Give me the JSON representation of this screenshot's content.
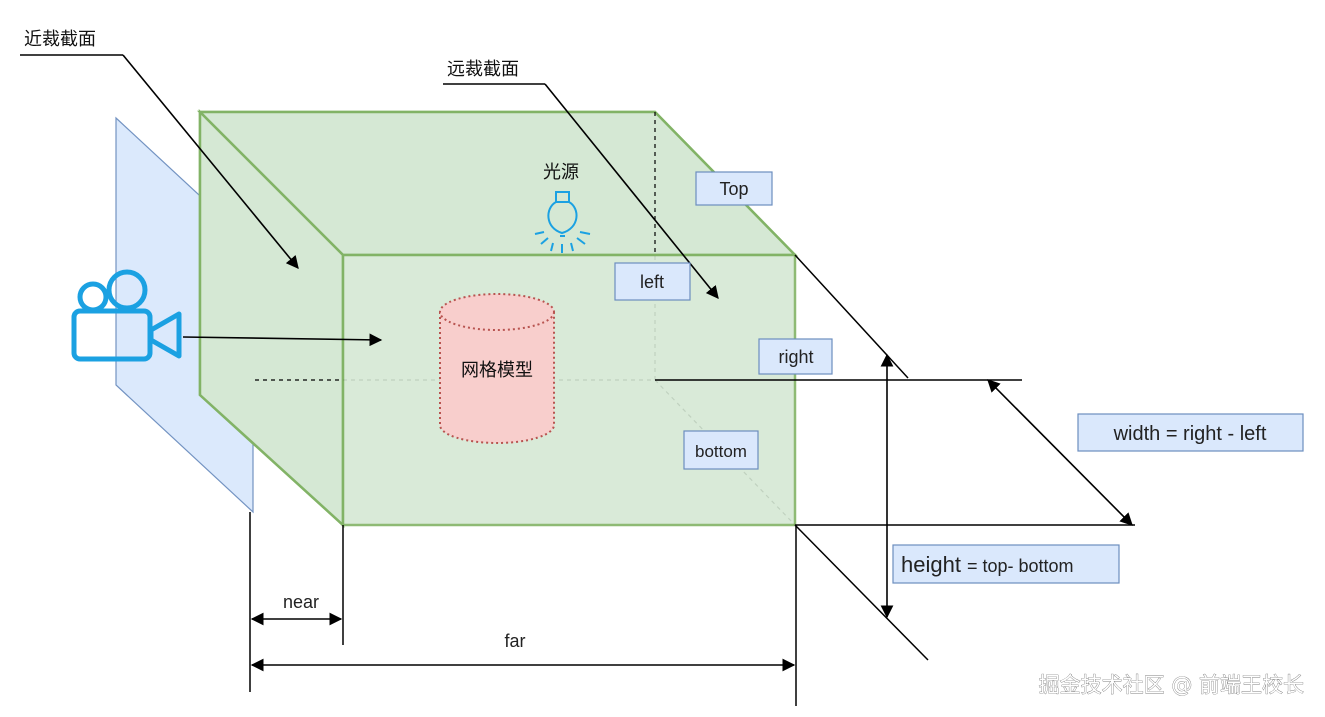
{
  "labels": {
    "near_plane": "近裁截面",
    "far_plane": "远裁截面",
    "light_source": "光源",
    "mesh_model": "网格模型",
    "top": "Top",
    "left": "left",
    "right": "right",
    "bottom": "bottom",
    "width_formula_main": "width = right - left",
    "height_formula_main": "height",
    "height_formula_rest": "= top- bottom",
    "near": "near",
    "far": "far"
  },
  "watermark": "掘金技术社区 @ 前端王校长",
  "colors": {
    "frustum_fill": "#d5e8d4",
    "frustum_stroke": "#82b366",
    "near_plane_fill": "#dae8fc",
    "near_plane_stroke": "#6c8ebf",
    "cylinder_fill": "#f8cecc",
    "cylinder_stroke": "#b85450",
    "icon_blue": "#1ba1e2"
  },
  "icons": [
    "camera-icon",
    "lightbulb-icon"
  ]
}
